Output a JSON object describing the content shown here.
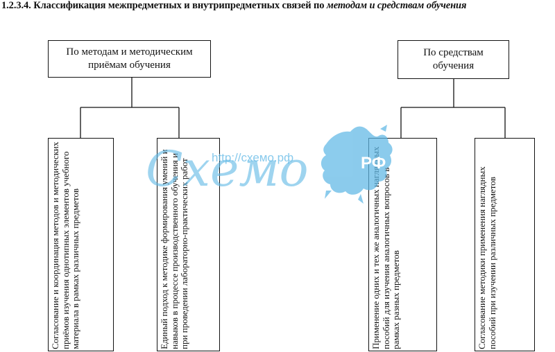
{
  "title": {
    "prefix": "1.2.3.4. Классификация межпредметных и внутрипредметных связей по ",
    "emphasis": "методам и средствам обучения"
  },
  "diagram": {
    "left_group": {
      "header": "По методам и методическим приёмам обучения",
      "children": [
        "Согласование и координация методов и методических приёмов изучения однотипных элементов учебного материала в рамках различных предметов",
        "Единый подход к методике формирования умений и навыков в процессе производственного обучения и при проведении лабораторно-практических работ"
      ]
    },
    "right_group": {
      "header": "По средствам обучения",
      "children": [
        "Применение одних и тех же аналогичных наглядных пособий для изучения аналогичных вопросов в рамках разных предметов",
        "Согласование методики применения наглядных пособий при изучении различных предметов"
      ]
    }
  },
  "watermark": {
    "url": "http://схемо.рф",
    "logo_text": "Схемо",
    "logo_badge": "РФ",
    "color": "#5fb8e6"
  }
}
